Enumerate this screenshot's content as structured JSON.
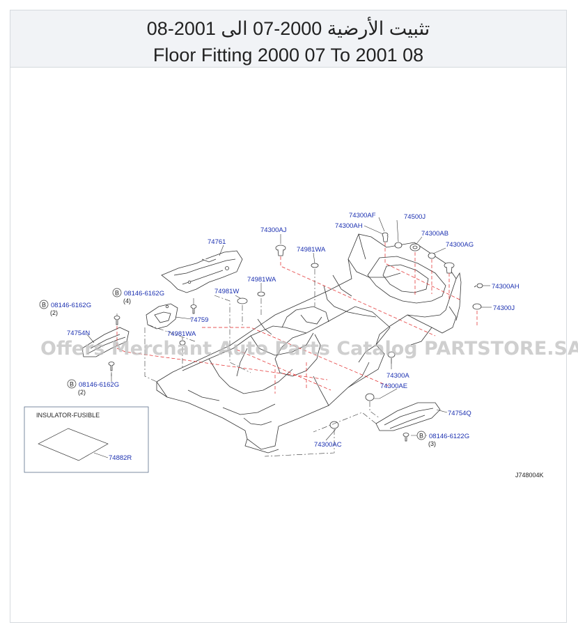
{
  "header": {
    "title_ar": "تثبيت الأرضية 2000-07 الى 2001-08",
    "title_en": "Floor Fitting 2000 07 To 2001 08"
  },
  "watermark": "Offers Merchant Auto Parts Catalog PARTSTORE.SA",
  "diagram_code": "J748004K",
  "inset": {
    "title": "INSULATOR-FUSIBLE",
    "part": "74882R"
  },
  "parts": {
    "p74761": "74761",
    "p74300AJ": "74300AJ",
    "p74981WA_1": "74981WA",
    "p74300AF": "74300AF",
    "p74300AH_1": "74300AH",
    "p74500J": "74500J",
    "p74300AB": "74300AB",
    "p74300AG": "74300AG",
    "p74300AH_2": "74300AH",
    "p74300J": "74300J",
    "p74981W": "74981W",
    "p74981WA_2": "74981WA",
    "p74759": "74759",
    "p74981WA_3": "74981WA",
    "p74754N": "74754N",
    "p74300A": "74300A",
    "p74300AE": "74300AE",
    "p74754Q": "74754Q",
    "p74300AC": "74300AC"
  },
  "bolts": {
    "b1": {
      "marker": "B",
      "part": "08146-6162G",
      "qty": "(4)"
    },
    "b2": {
      "marker": "B",
      "part": "08146-6162G",
      "qty": "(2)"
    },
    "b3": {
      "marker": "B",
      "part": "08146-6162G",
      "qty": "(2)"
    },
    "b4": {
      "marker": "B",
      "part": "08146-6122G",
      "qty": "(3)"
    }
  },
  "colors": {
    "label": "#1a2fb0",
    "leader_red": "#e02020",
    "line": "#333333",
    "header_bg": "#f1f3f6"
  }
}
